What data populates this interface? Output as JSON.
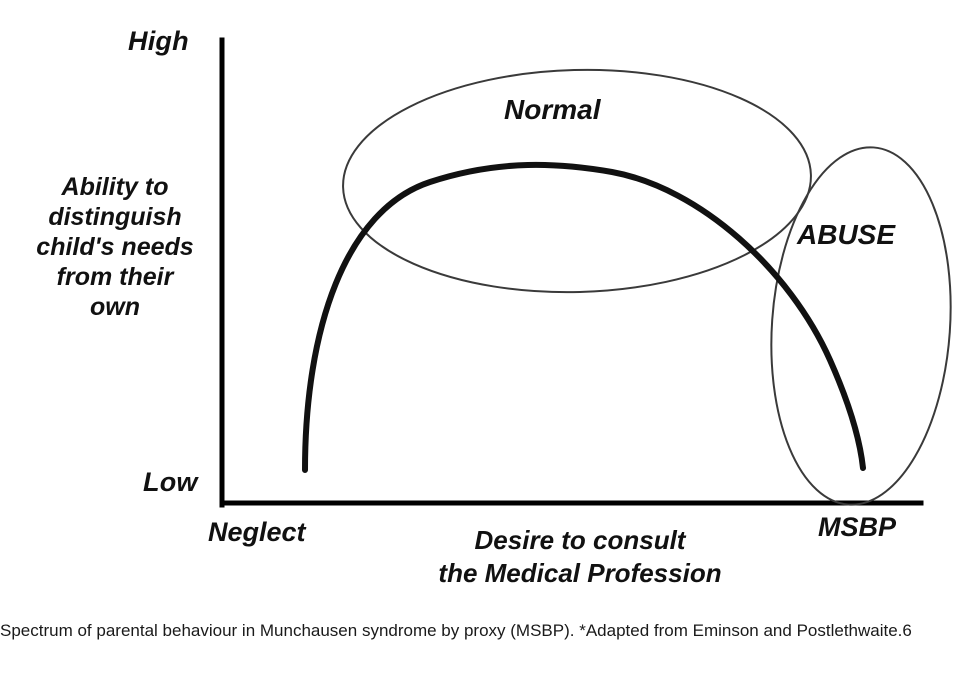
{
  "chart_data": {
    "type": "line",
    "title": "",
    "xlabel": "Desire to consult the Medical Profession",
    "ylabel": "Ability to distinguish child's needs from their own",
    "x_tick_labels": [
      "Neglect",
      "MSBP"
    ],
    "y_tick_labels": [
      "Low",
      "High"
    ],
    "grid": false,
    "legend": "none",
    "annotations": [
      "Normal",
      "ABUSE"
    ],
    "series": [
      {
        "name": "Spectrum of parental behaviour",
        "description": "Inverted-U curve rising from low at Neglect, peaking mid-range, falling to low at MSBP",
        "x": [
          0.12,
          0.2,
          0.3,
          0.42,
          0.54,
          0.66,
          0.78,
          0.88,
          0.94,
          0.98
        ],
        "y": [
          0.08,
          0.42,
          0.63,
          0.75,
          0.8,
          0.78,
          0.68,
          0.5,
          0.3,
          0.08
        ]
      }
    ],
    "regions": [
      {
        "label": "Normal",
        "shape": "ellipse",
        "cx": 0.38,
        "cy": 0.72,
        "rx": 0.31,
        "ry": 0.24
      },
      {
        "label": "ABUSE",
        "shape": "ellipse",
        "cx": 0.89,
        "cy": 0.36,
        "rx": 0.12,
        "ry": 0.38
      }
    ]
  },
  "diagram": {
    "y_axis": {
      "high_label": "High",
      "low_label": "Low",
      "title": "Ability to\ndistinguish\nchild's needs\nfrom their\nown"
    },
    "x_axis": {
      "left_label": "Neglect",
      "right_label": "MSBP",
      "title": "Desire to consult\nthe Medical Profession"
    },
    "regions": {
      "normal_label": "Normal",
      "abuse_label": "ABUSE"
    },
    "colors": {
      "axis": "#000000",
      "curve": "#111111",
      "ellipse": "#3a3a3a",
      "text": "#111111"
    }
  },
  "caption": {
    "text": "Spectrum of parental behaviour in Munchausen syndrome by proxy (MSBP). *Adapted from Eminson and Postlethwaite.6"
  }
}
